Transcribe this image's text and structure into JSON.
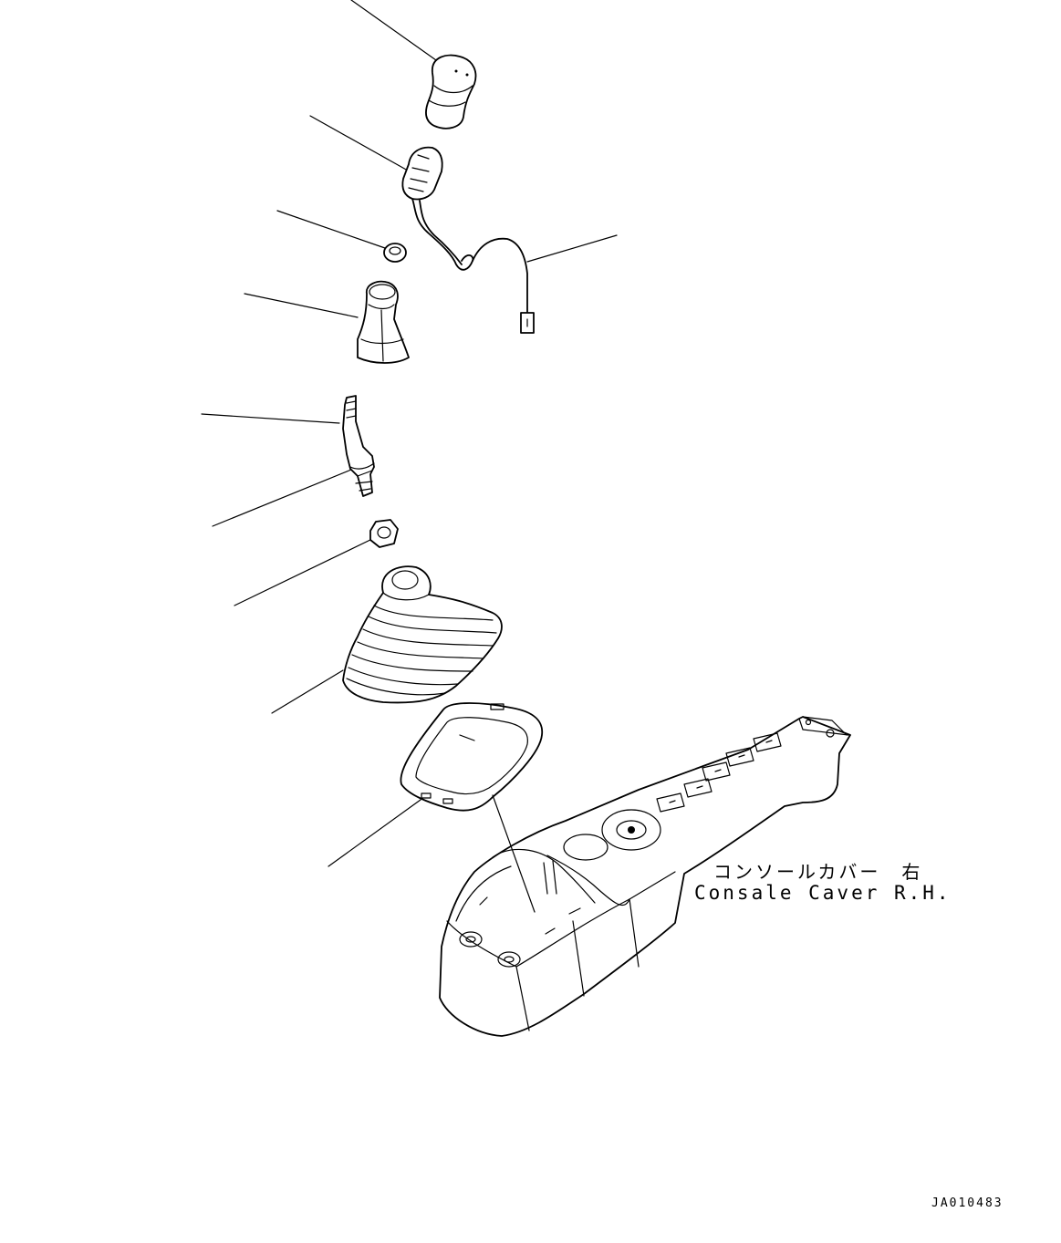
{
  "labels": {
    "part_name_jp": "コンソールカバー　右",
    "part_name_en": "Consale Caver R.H.",
    "drawing_number": "JA010483"
  }
}
